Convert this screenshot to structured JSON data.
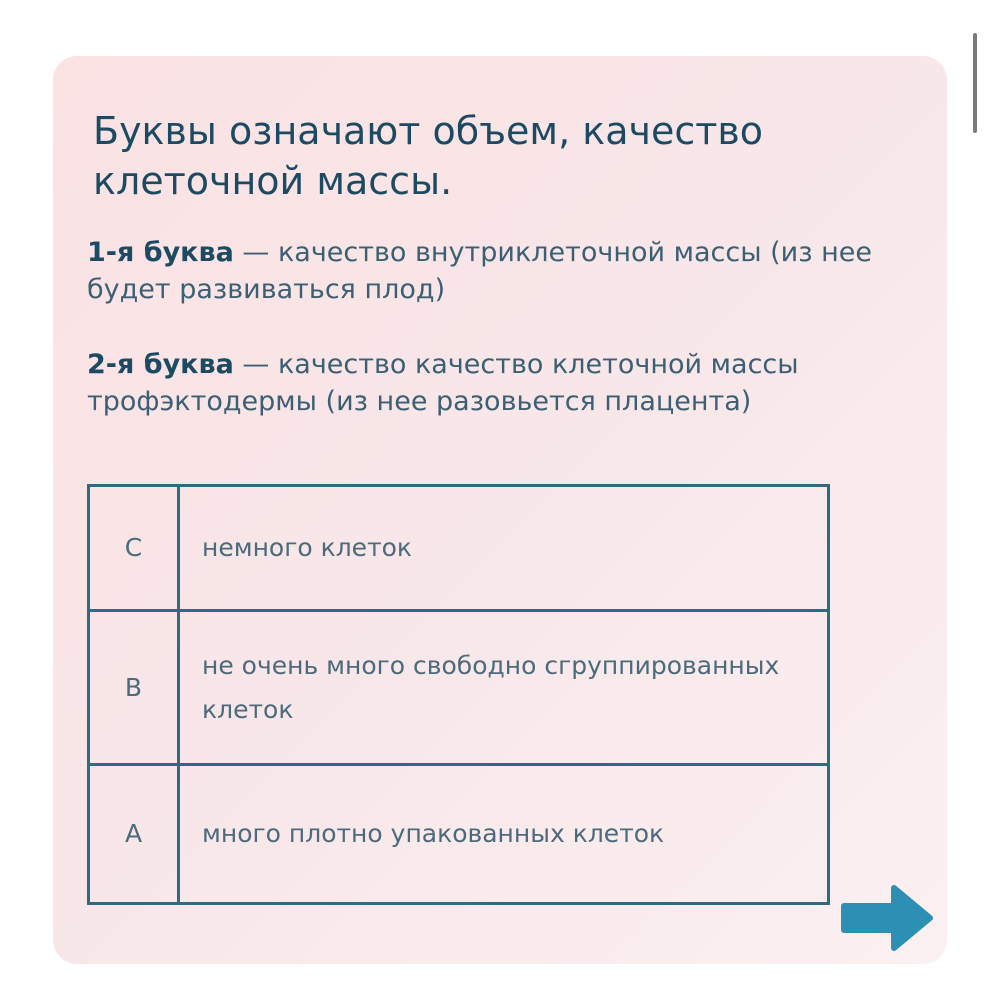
{
  "heading": "Буквы означают объем, качество клеточной массы.",
  "definitions": [
    {
      "term": "1-я буква",
      "text": " — качество внутриклеточной массы (из нее будет развиваться плод)"
    },
    {
      "term": "2-я буква",
      "text": " — качество качество клеточной массы трофэктодермы (из нее разовьется плацента)"
    }
  ],
  "table": {
    "rows": [
      {
        "letter": "C",
        "description": "немного клеток"
      },
      {
        "letter": "B",
        "description": "не очень много свободно сгруппированных клеток"
      },
      {
        "letter": "A",
        "description": "много плотно упакованных клеток"
      }
    ]
  },
  "colors": {
    "heading": "#1d4a63",
    "body_text": "#3b5f73",
    "table_border": "#2f6a83",
    "arrow": "#2e8fb5",
    "card_background": "#fbe2e3"
  },
  "icons": {
    "next": "arrow-right-icon",
    "scroll": "scrollbar"
  }
}
